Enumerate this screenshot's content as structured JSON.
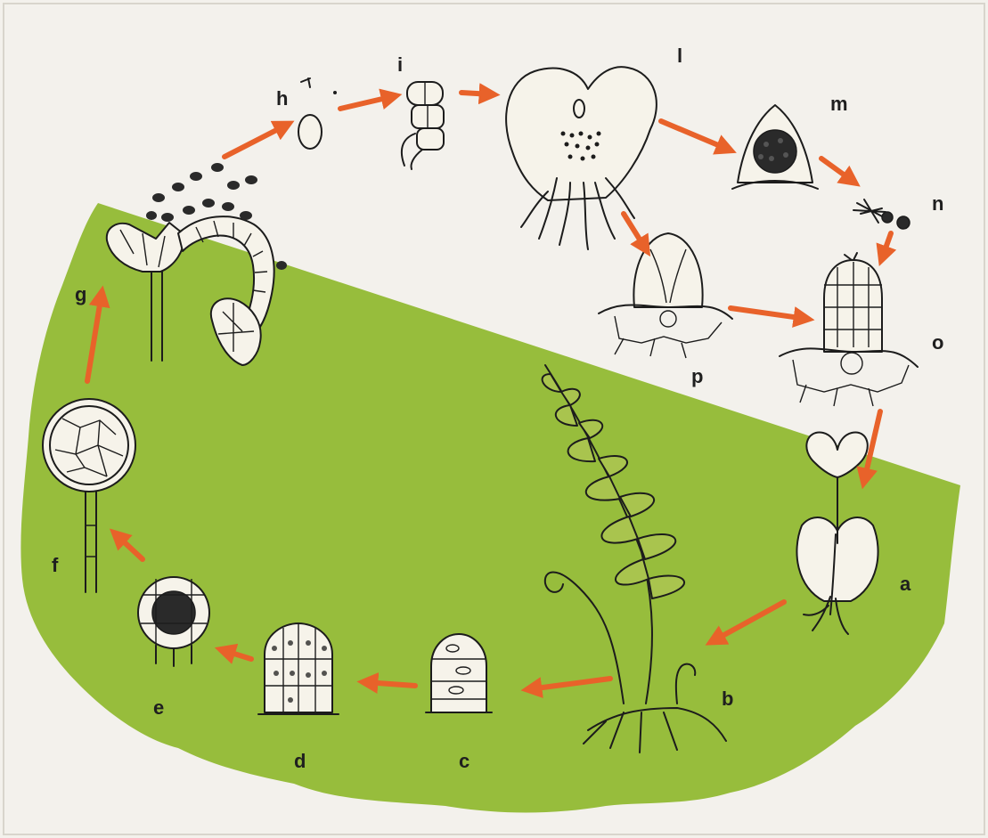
{
  "diagram": {
    "colors": {
      "paper": "#f3f1ec",
      "green": "#97bd3c",
      "arrow": "#e8622a",
      "ink": "#1c1c1c"
    },
    "stages": [
      {
        "id": "a",
        "label": "a"
      },
      {
        "id": "b",
        "label": "b"
      },
      {
        "id": "c",
        "label": "c"
      },
      {
        "id": "d",
        "label": "d"
      },
      {
        "id": "e",
        "label": "e"
      },
      {
        "id": "f",
        "label": "f"
      },
      {
        "id": "g",
        "label": "g"
      },
      {
        "id": "h",
        "label": "h"
      },
      {
        "id": "i",
        "label": "i"
      },
      {
        "id": "l",
        "label": "l"
      },
      {
        "id": "m",
        "label": "m"
      },
      {
        "id": "n",
        "label": "n"
      },
      {
        "id": "o",
        "label": "o"
      },
      {
        "id": "p",
        "label": "p"
      }
    ]
  }
}
